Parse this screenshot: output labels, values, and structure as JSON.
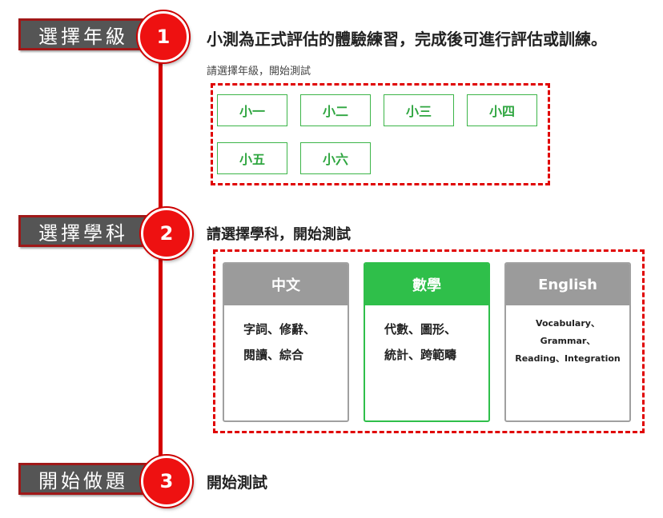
{
  "steps": [
    {
      "label": "選擇年級",
      "number": "1"
    },
    {
      "label": "選擇學科",
      "number": "2"
    },
    {
      "label": "開始做題",
      "number": "3"
    }
  ],
  "step1": {
    "heading": "小測為正式評估的體驗練習，完成後可進行評估或訓練。",
    "instruction": "請選擇年級，開始測試",
    "grades": [
      "小一",
      "小二",
      "小三",
      "小四",
      "小五",
      "小六"
    ]
  },
  "step2": {
    "heading": "請選擇學科，開始測試",
    "subjects": [
      {
        "title": "中文",
        "line1": "字詞、修辭、",
        "line2": "閱讀、綜合"
      },
      {
        "title": "數學",
        "line1": "代數、圖形、",
        "line2": "統計、跨範疇"
      },
      {
        "title": "English",
        "line1": "Vocabulary、Grammar、",
        "line2": "Reading、Integration"
      }
    ]
  },
  "step3": {
    "heading": "開始測試"
  },
  "colors": {
    "accent_red": "#ee1111",
    "timeline_red": "#d40000",
    "label_bg": "#555555",
    "grade_green": "#3cb548",
    "active_green": "#2fbf4a",
    "inactive_gray": "#9b9b9b"
  }
}
